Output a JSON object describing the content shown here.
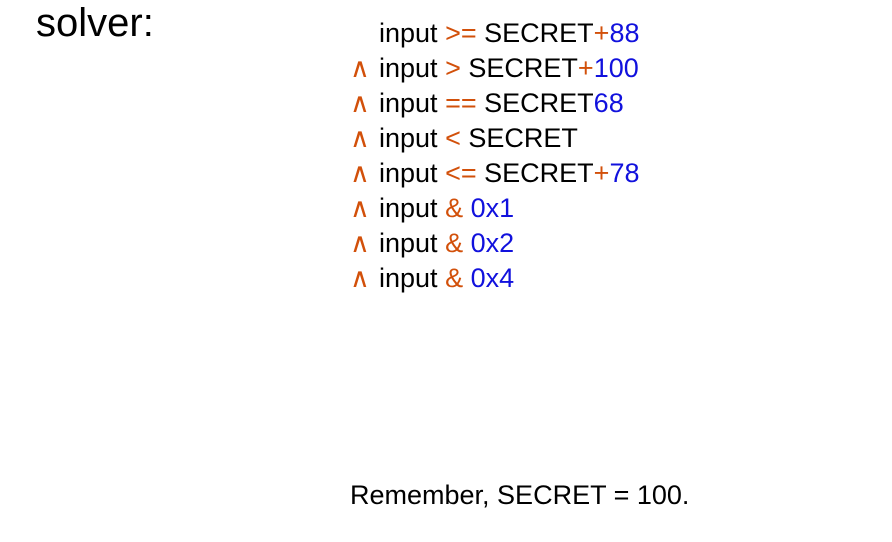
{
  "label": {
    "text": "solver:"
  },
  "colors": {
    "background": "#ffffff",
    "identifier": "#000000",
    "operator": "#D2500A",
    "number": "#1111DD"
  },
  "constraints": {
    "lines": [
      {
        "conjunction": "",
        "subject": "input",
        "operator": ">=",
        "operand_base": "SECRET",
        "operand_sign": "+",
        "operand_number": "88"
      },
      {
        "conjunction": "∧",
        "subject": "input",
        "operator": ">",
        "operand_base": "SECRET",
        "operand_sign": "+",
        "operand_number": "100"
      },
      {
        "conjunction": "∧",
        "subject": "input",
        "operator": "==",
        "operand_base": "SECRET",
        "operand_sign": "",
        "operand_number": "68"
      },
      {
        "conjunction": "∧",
        "subject": "input",
        "operator": "<",
        "operand_base": "SECRET",
        "operand_sign": "",
        "operand_number": ""
      },
      {
        "conjunction": "∧",
        "subject": "input",
        "operator": "<=",
        "operand_base": "SECRET",
        "operand_sign": "+",
        "operand_number": "78"
      },
      {
        "conjunction": "∧",
        "subject": "input",
        "operator": "&",
        "operand_base": "",
        "operand_sign": "",
        "operand_number": "0x1"
      },
      {
        "conjunction": "∧",
        "subject": "input",
        "operator": "&",
        "operand_base": "",
        "operand_sign": "",
        "operand_number": "0x2"
      },
      {
        "conjunction": "∧",
        "subject": "input",
        "operator": "&",
        "operand_base": "",
        "operand_sign": "",
        "operand_number": "0x4"
      }
    ]
  },
  "footnote": {
    "text": "Remember, SECRET = 100."
  }
}
